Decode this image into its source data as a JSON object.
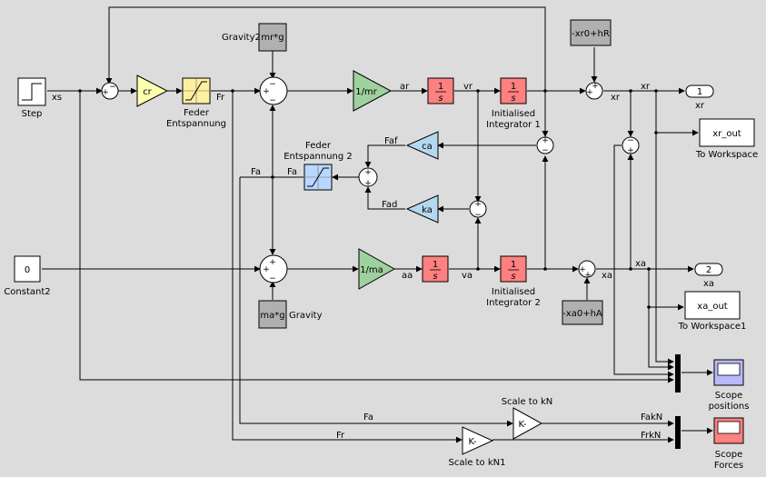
{
  "colors": {
    "background": "#dcdcdc",
    "gain_green": "#9fd19f",
    "gain_yellow": "#ffffb0",
    "gain_blue": "#b4d8f0",
    "integrator_red": "#ff8080",
    "constant_gray": "#b0b0b0",
    "scope_blue": "#b8b8ff",
    "scope_red": "#ff8080",
    "saturation_yellow": "#fff0a0",
    "saturation_blue": "#b8d8ff"
  },
  "blocks": {
    "step": {
      "label": "Step"
    },
    "constant2": {
      "value": "0",
      "label": "Constant2"
    },
    "gain_cr": {
      "text": "cr"
    },
    "feder": {
      "label1": "Feder",
      "label2": "Entspannung"
    },
    "feder2": {
      "label1": "Feder",
      "label2": "Entspannung 2"
    },
    "gravity2": {
      "text": "mr*g",
      "label": "Gravity2"
    },
    "gravity": {
      "text": "ma*g",
      "label": "Gravity"
    },
    "gain_1mr": {
      "text": "1/mr"
    },
    "gain_1ma": {
      "text": "1/ma"
    },
    "int_ar": {
      "num": "1",
      "den": "s"
    },
    "int_aa": {
      "num": "1",
      "den": "s"
    },
    "init_int1": {
      "num": "1",
      "den": "s",
      "label1": "Initialised",
      "label2": "Integrator 1"
    },
    "init_int2": {
      "num": "1",
      "den": "s",
      "label1": "Initialised",
      "label2": "Integrator 2"
    },
    "xr_offset": {
      "text": "-xr0+hR"
    },
    "xa_offset": {
      "text": "-xa0+hA"
    },
    "gain_ca": {
      "text": "ca"
    },
    "gain_ka": {
      "text": "ka"
    },
    "out_xr": {
      "num": "1",
      "label": "xr"
    },
    "out_xa": {
      "num": "2",
      "label": "xa"
    },
    "ws_xr": {
      "text": "xr_out",
      "label": "To Workspace"
    },
    "ws_xa": {
      "text": "xa_out",
      "label": "To Workspace1"
    },
    "scope_positions": {
      "label1": "Scope",
      "label2": "positions"
    },
    "scope_forces": {
      "label1": "Scope",
      "label2": "Forces"
    },
    "scale_kn": {
      "text": "K-",
      "label": "Scale to kN"
    },
    "scale_kn1": {
      "text": "K-",
      "label": "Scale to kN1"
    }
  },
  "signals": {
    "xs": "xs",
    "fr": "Fr",
    "ar": "ar",
    "vr": "vr",
    "xr_a": "xr",
    "xr_b": "xr",
    "faf": "Faf",
    "fad": "Fad",
    "fa_left": "Fa",
    "fa_mid": "Fa",
    "aa": "aa",
    "va": "va",
    "xa_a": "xa",
    "xa_b": "xa",
    "fa_bottom": "Fa",
    "fr_bottom": "Fr",
    "fakn": "FakN",
    "frkn": "FrkN"
  },
  "sum_signs": {
    "plus": "+",
    "minus": "−"
  }
}
